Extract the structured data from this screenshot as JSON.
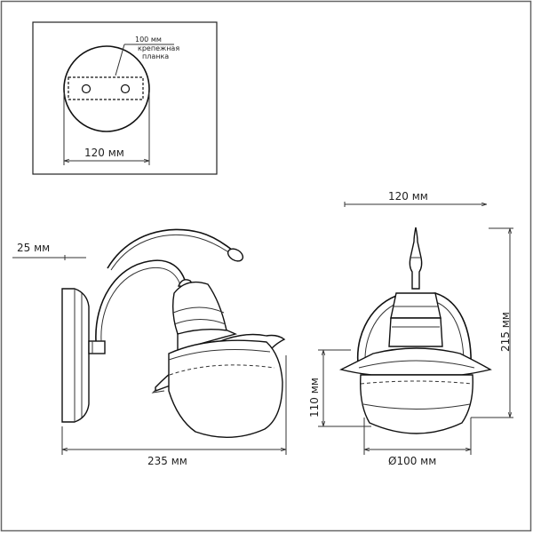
{
  "mount": {
    "bar_length": "100 мм",
    "bracket_label_line1": "крепежная",
    "bracket_label_line2": "планка",
    "plate_diameter": "120 мм"
  },
  "side_view": {
    "projection": "25 мм",
    "length": "235 мм"
  },
  "front_view": {
    "width": "120 мм",
    "height": "215 мм",
    "shade_height": "110 мм",
    "shade_diameter": "Ø100 мм"
  }
}
